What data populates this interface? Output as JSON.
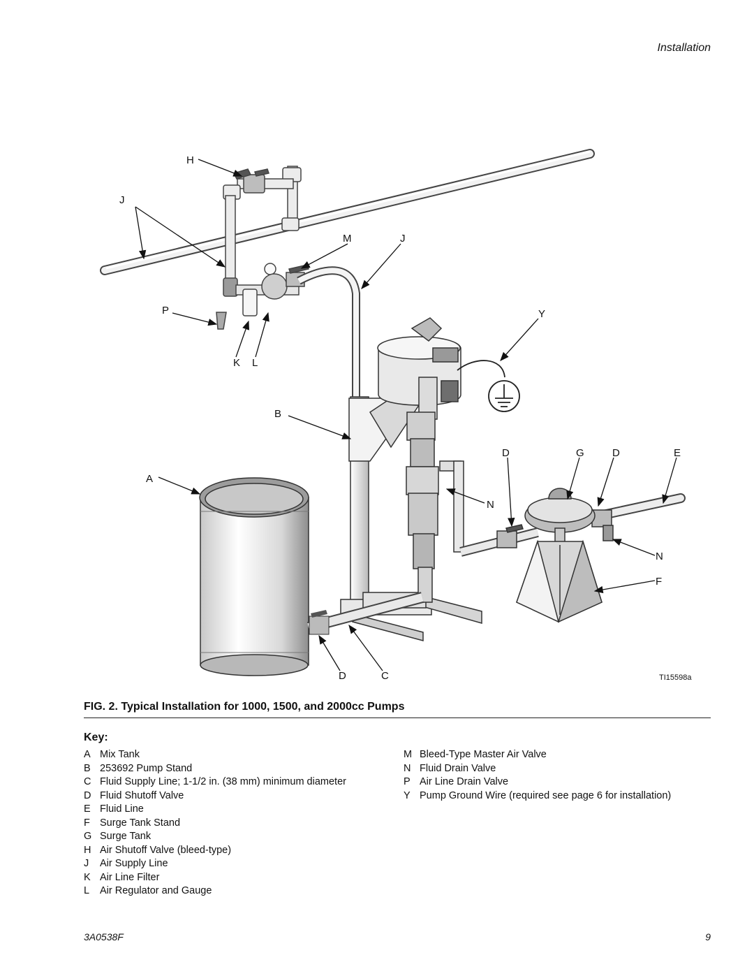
{
  "header": {
    "section": "Installation"
  },
  "figure": {
    "id": "TI15598a",
    "labels": {
      "H": "H",
      "J1": "J",
      "M": "M",
      "J2": "J",
      "P": "P",
      "K": "K",
      "L": "L",
      "Y": "Y",
      "B": "B",
      "D1": "D",
      "G": "G",
      "D2": "D",
      "E": "E",
      "A": "A",
      "N1": "N",
      "N2": "N",
      "F": "F",
      "D3": "D",
      "C": "C"
    }
  },
  "caption": {
    "prefix": "FIG. 2.",
    "text": "Typical Installation for 1000, 1500, and 2000cc Pumps"
  },
  "key": {
    "heading": "Key:",
    "left": [
      {
        "letter": "A",
        "text": "Mix Tank"
      },
      {
        "letter": "B",
        "text": "253692 Pump Stand"
      },
      {
        "letter": "C",
        "text": "Fluid Supply Line; 1-1/2 in. (38 mm) minimum diameter"
      },
      {
        "letter": "D",
        "text": "Fluid Shutoff Valve"
      },
      {
        "letter": "E",
        "text": "Fluid Line"
      },
      {
        "letter": "F",
        "text": "Surge Tank Stand"
      },
      {
        "letter": "G",
        "text": "Surge Tank"
      },
      {
        "letter": "H",
        "text": "Air Shutoff Valve (bleed-type)"
      },
      {
        "letter": "J",
        "text": "Air Supply Line"
      },
      {
        "letter": "K",
        "text": "Air Line Filter"
      },
      {
        "letter": "L",
        "text": "Air Regulator and Gauge"
      }
    ],
    "right": [
      {
        "letter": "M",
        "text": "Bleed-Type Master Air Valve"
      },
      {
        "letter": "N",
        "text": "Fluid Drain Valve"
      },
      {
        "letter": "P",
        "text": "Air Line Drain Valve"
      },
      {
        "letter": "Y",
        "text": "Pump Ground Wire (required see page 6 for installation)"
      }
    ]
  },
  "footer": {
    "doc_number": "3A0538F",
    "page": "9"
  }
}
